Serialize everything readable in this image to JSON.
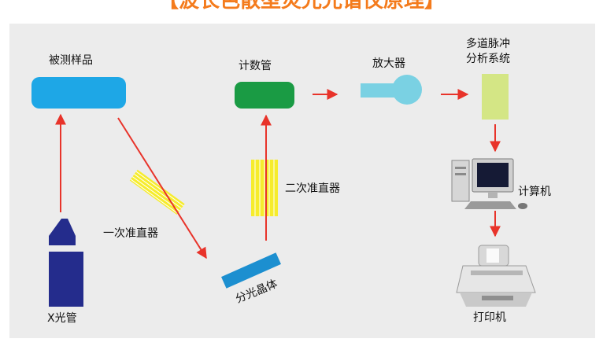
{
  "title": "【波长色散型荧光光谱仪原理】",
  "labels": {
    "sample": "被测样品",
    "counter": "计数管",
    "amplifier": "放大器",
    "analyzer": "多道脉冲\n分析系统",
    "primary_collimator": "一次准直器",
    "secondary_collimator": "二次准直器",
    "crystal": "分光晶体",
    "xray_tube": "X光管",
    "computer": "计算机",
    "printer": "打印机"
  },
  "colors": {
    "title": "#f47b1c",
    "panel": "#ececec",
    "arrow": "#e8332a",
    "sample": "#1ea7e6",
    "counter": "#1a9b44",
    "amplifier": "#7ad1e3",
    "analyzer": "#d4e685",
    "collimator": "#f6ec2d",
    "crystal": "#1c8fd0",
    "tube": "#242c8c"
  }
}
